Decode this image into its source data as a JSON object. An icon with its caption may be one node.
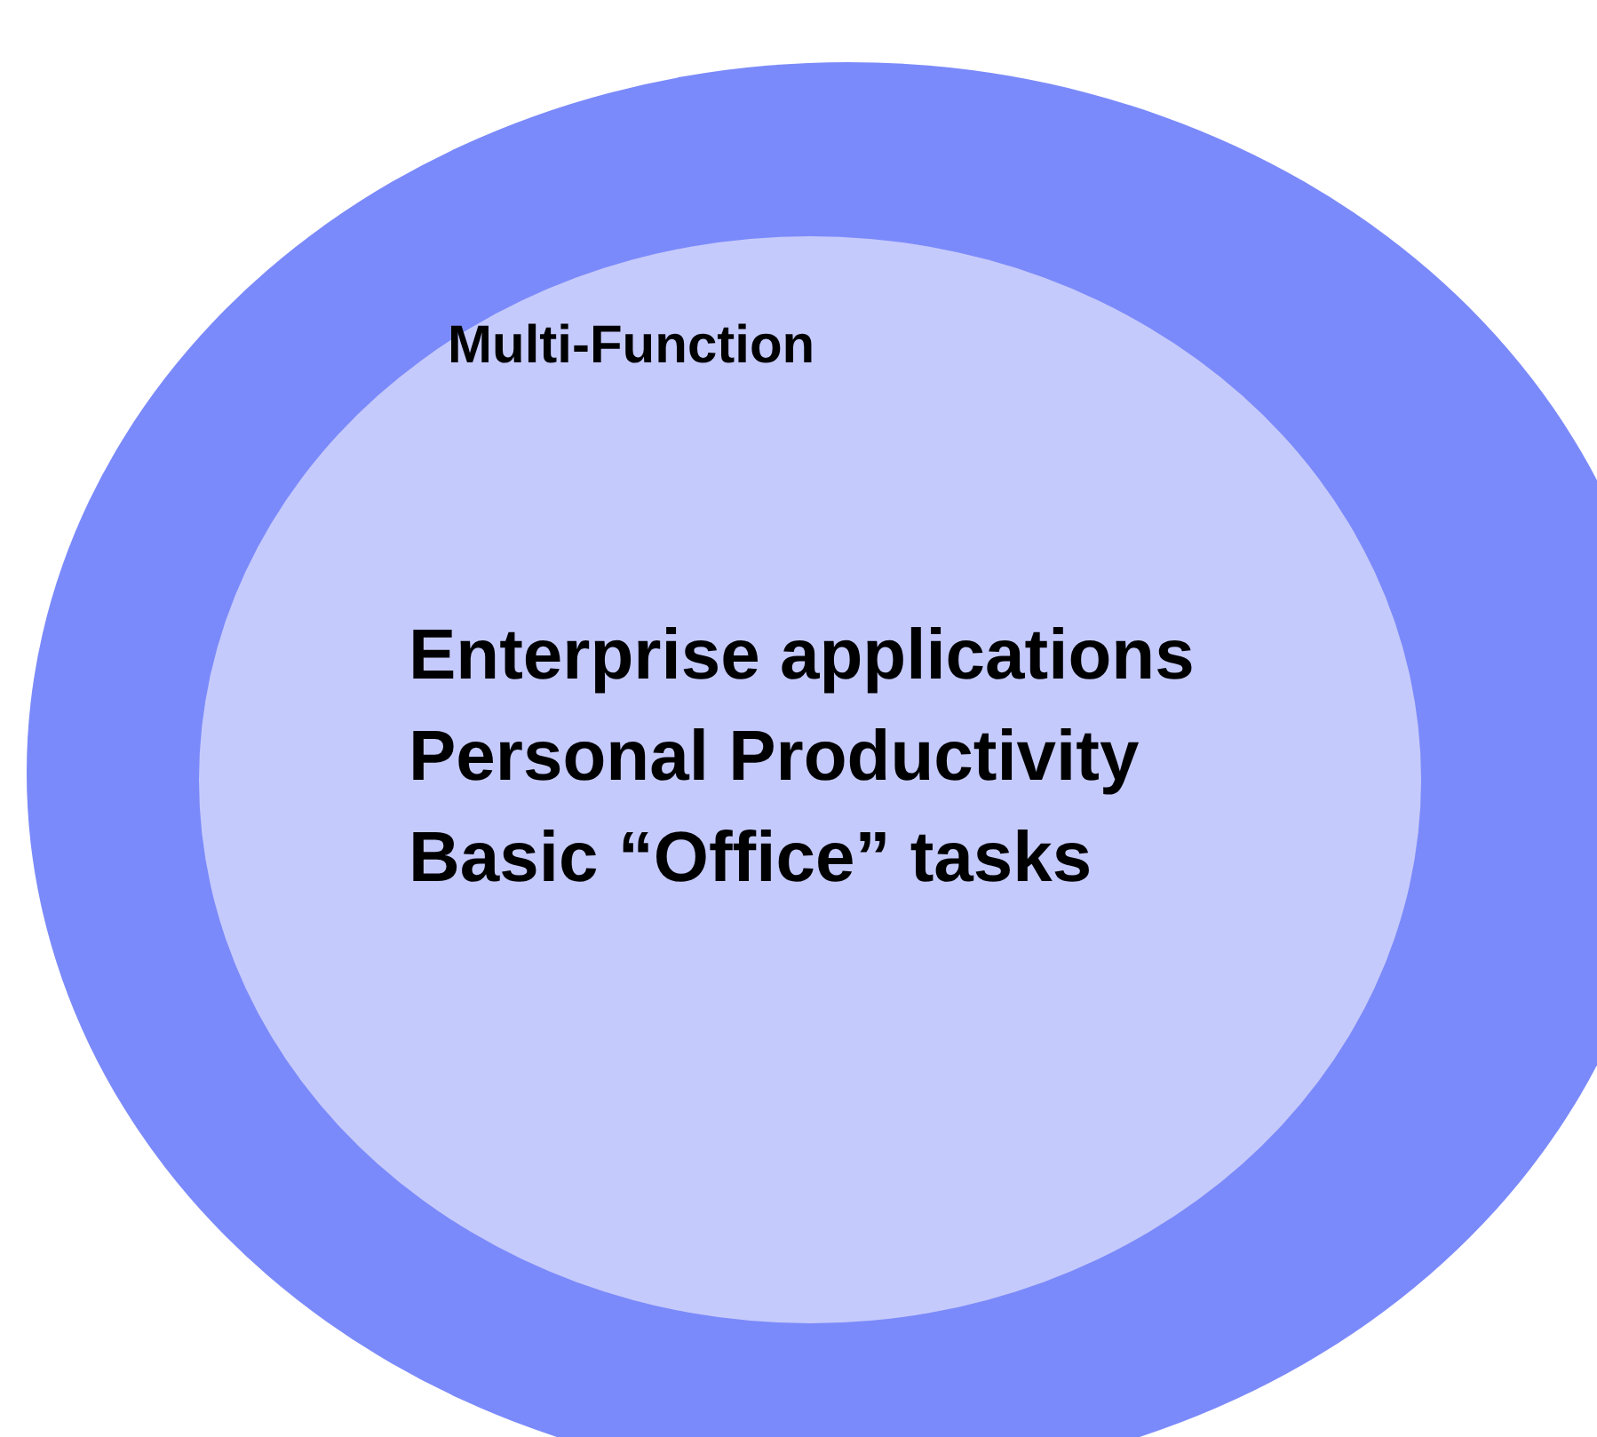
{
  "diagram": {
    "nodes": [
      {
        "text": [],
        "shape": "circle"
      },
      {
        "text": [
          "Multi-Function",
          "Enterprise applications",
          "Personal Productivity",
          "Basic “Office” tasks"
        ],
        "in": 0
      }
    ]
  }
}
